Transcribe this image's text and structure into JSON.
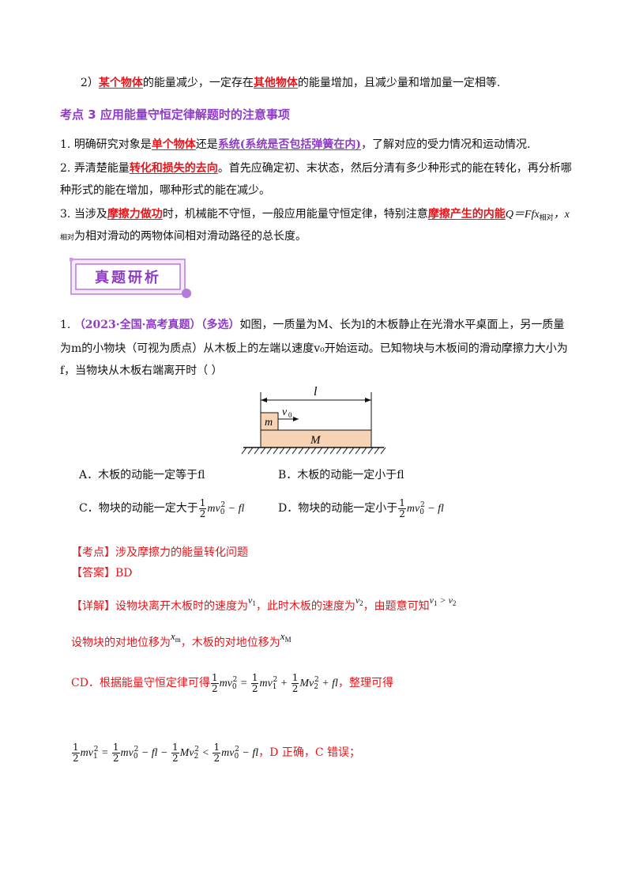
{
  "point2": {
    "prefix": "2）",
    "hl1": "某个物体",
    "mid1": "的能量减少，一定存在",
    "hl2": "其他物体",
    "end": "的能量增加，且减少量和增加量一定相等."
  },
  "section3": {
    "title": "考点 3  应用能量守恒定律解题时的注意事项"
  },
  "note1": {
    "num": "1.",
    "a": "明确研究对象是",
    "hl1": "单个物体",
    "b": "还是",
    "hl2": "系统(系统是否包括弹簧在内)",
    "c": "，了解对应的受力情况和运动情况."
  },
  "note2": {
    "num": "2.",
    "a": "弄清楚能量",
    "hl1": "转化和损失的去向",
    "b": "。首先应确定初、末状态，然后分清有多少种形式的能在转化，再分析哪",
    "line2": "种形式的能在增加，哪种形式的能在减少。"
  },
  "note3": {
    "num": "3.",
    "a": "当涉及",
    "hl1": "摩擦力做功",
    "b": "时，机械能不守恒，一般应用能量守恒定律，特别注意",
    "hl2": "摩擦产生的内能",
    "formula": "Q＝Ffx",
    "sub1": "相对",
    "tail": "，x",
    "sub2": "相对",
    "line2": "为相对滑动的两物体间相对滑动路径的总长度。"
  },
  "banner": {
    "label": "真题研析"
  },
  "question": {
    "num": "1.",
    "source": "（2023·全国·高考真题）",
    "kind": "（多选）",
    "line1": "如图，一质量为M、长为l的木板静止在光滑水平桌面上，另一质量",
    "line2": "为m的小物块（可视为质点）从木板上的左端以速度v₀开始运动。已知物块与木板间的滑动摩擦力大小为",
    "line3": "f，当物块从木板右端离开时（    ）"
  },
  "figure": {
    "length_label": "l",
    "block_label": "m",
    "velocity_label": "v",
    "velocity_sub": "0",
    "board_label": "M"
  },
  "options": {
    "A": "A．木板的动能一定等于fl",
    "B": "B．木板的动能一定小于fl",
    "C": "C．物块的动能一定大于",
    "D": "D．物块的动能一定小于"
  },
  "answer": {
    "kaodian_tag": "【考点】",
    "kaodian": "涉及摩擦力的能量转化问题",
    "daan_tag": "【答案】",
    "daan": "BD",
    "xiangjie_tag": "【详解】",
    "xj1": "设物块离开木板时的速度为",
    "xj2": "，此时木板的速度为",
    "xj3": "，由题意可知",
    "disp": "设物块的对地位移为",
    "disp2": "，木板的对地位移为",
    "cd": "CD．根据能量守恒定律可得",
    "cd_end": "，整理可得",
    "final_end": "，D 正确，C 错误；"
  }
}
